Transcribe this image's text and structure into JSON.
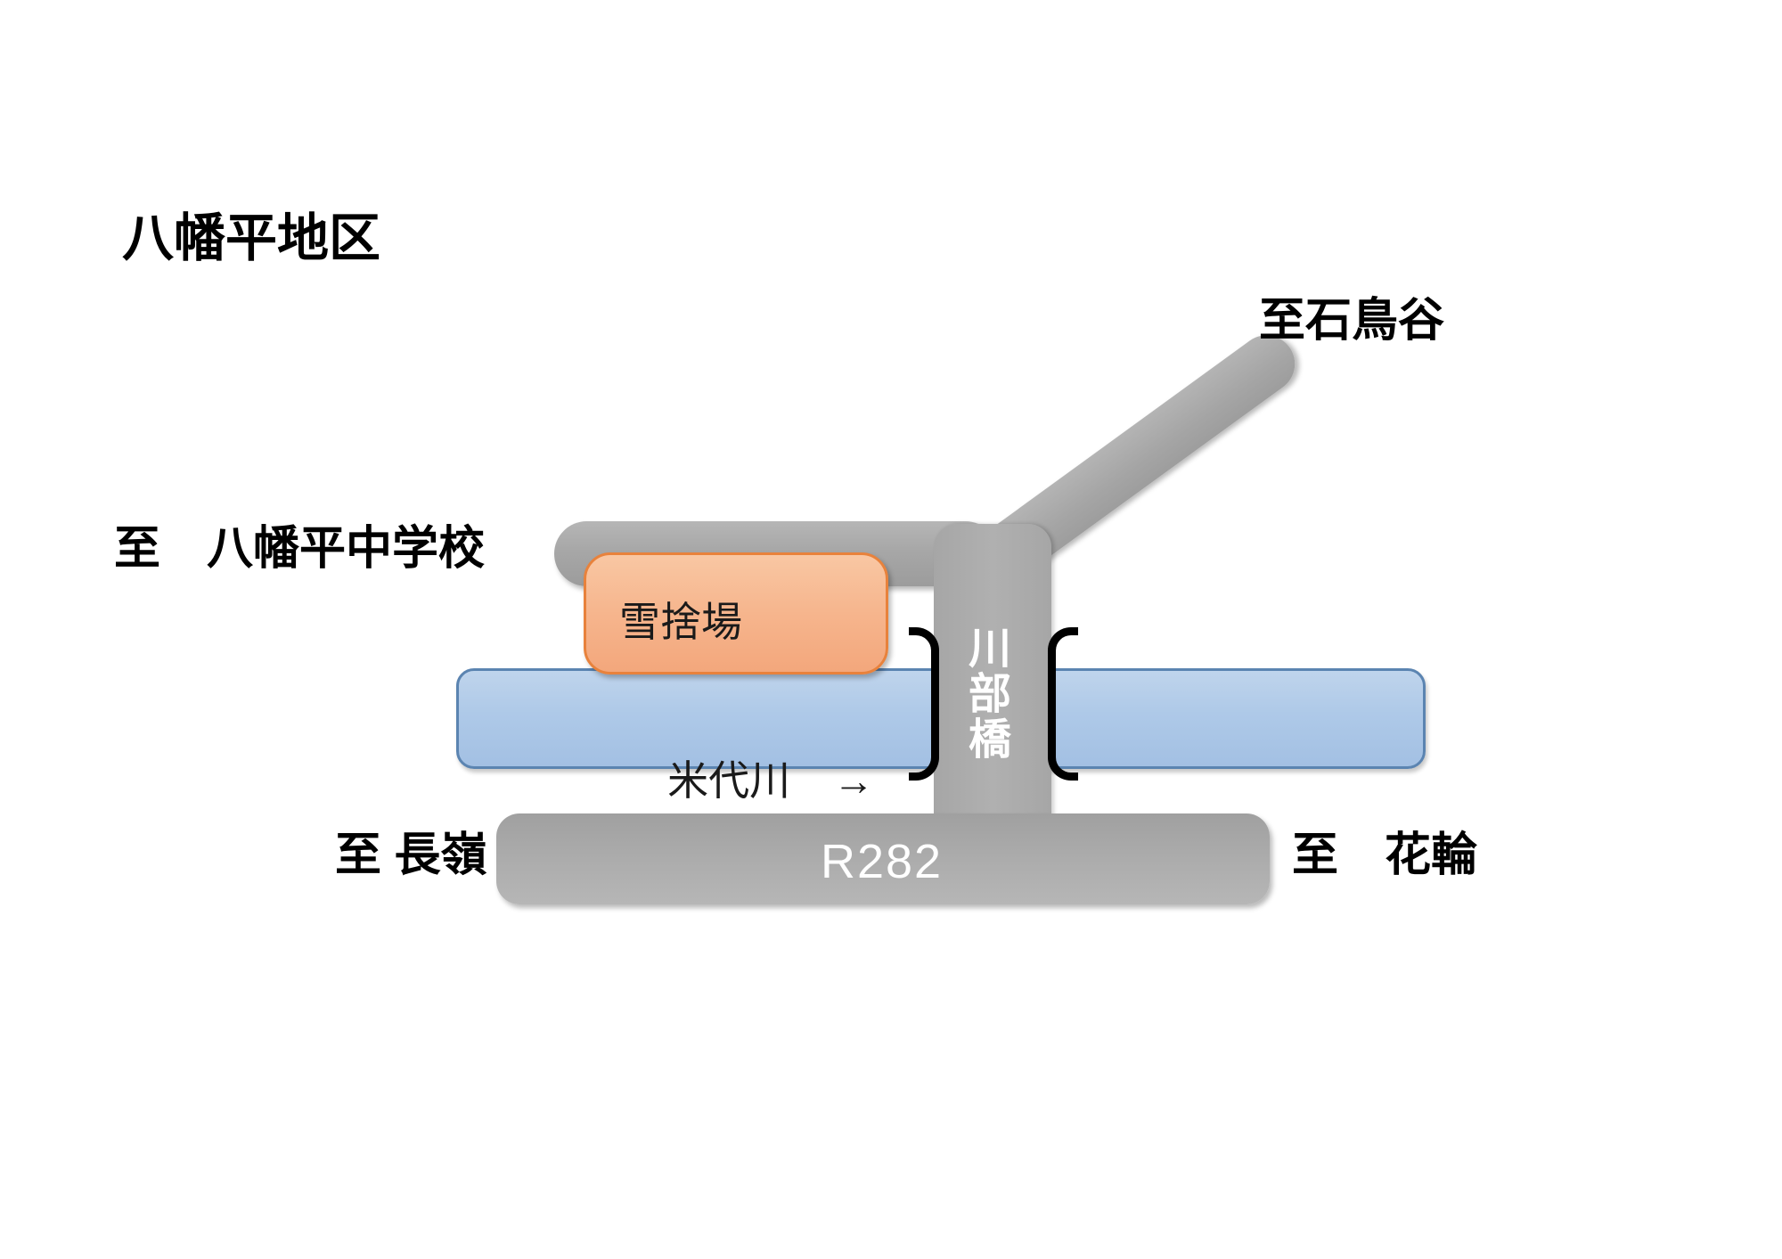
{
  "title": "八幡平地区",
  "directions": {
    "ishidoriya": "至石鳥谷",
    "school": "至　八幡平中学校",
    "nagamine": "至 長嶺",
    "hanawa": "至　花輪"
  },
  "features": {
    "snow_dump": "雪捨場",
    "river": "米代川",
    "river_arrow": "→",
    "bridge": "川部橋",
    "route": "R282"
  },
  "colors": {
    "background": "#ffffff",
    "road_gray": "#a8a8a8",
    "river_fill": "#aec9e8",
    "river_border": "#5b84b1",
    "snow_dump_fill": "#f6b58d",
    "snow_dump_border": "#e8823c",
    "bracket_black": "#000000",
    "label_black": "#000000",
    "road_text_white": "#ffffff"
  }
}
